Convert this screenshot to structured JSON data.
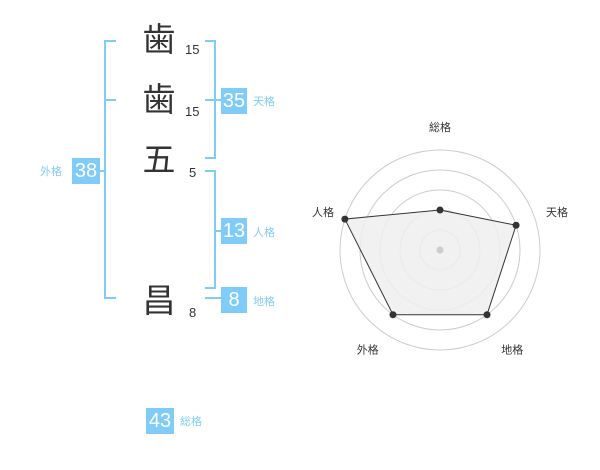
{
  "name_characters": [
    {
      "char": "歯",
      "strokes": "15"
    },
    {
      "char": "歯",
      "strokes": "15"
    },
    {
      "char": "五",
      "strokes": "5"
    },
    {
      "char": "昌",
      "strokes": "8"
    }
  ],
  "fortunes": {
    "tenkaku": {
      "label": "天格",
      "value": "35"
    },
    "jinkaku": {
      "label": "人格",
      "value": "13"
    },
    "chikaku": {
      "label": "地格",
      "value": "8"
    },
    "gaikaku": {
      "label": "外格",
      "value": "38"
    },
    "soukaku": {
      "label": "総格",
      "value": "43"
    }
  },
  "colors": {
    "accent": "#80ccf8",
    "text": "#333333",
    "grid": "#cccccc",
    "fill": "#eeeeee"
  },
  "chart_data": {
    "type": "radar",
    "title": "",
    "axes": [
      "総格",
      "天格",
      "地格",
      "外格",
      "人格"
    ],
    "values": [
      2,
      4,
      4,
      4,
      5
    ],
    "range": [
      0,
      5
    ],
    "rings": 5,
    "grid": true
  }
}
